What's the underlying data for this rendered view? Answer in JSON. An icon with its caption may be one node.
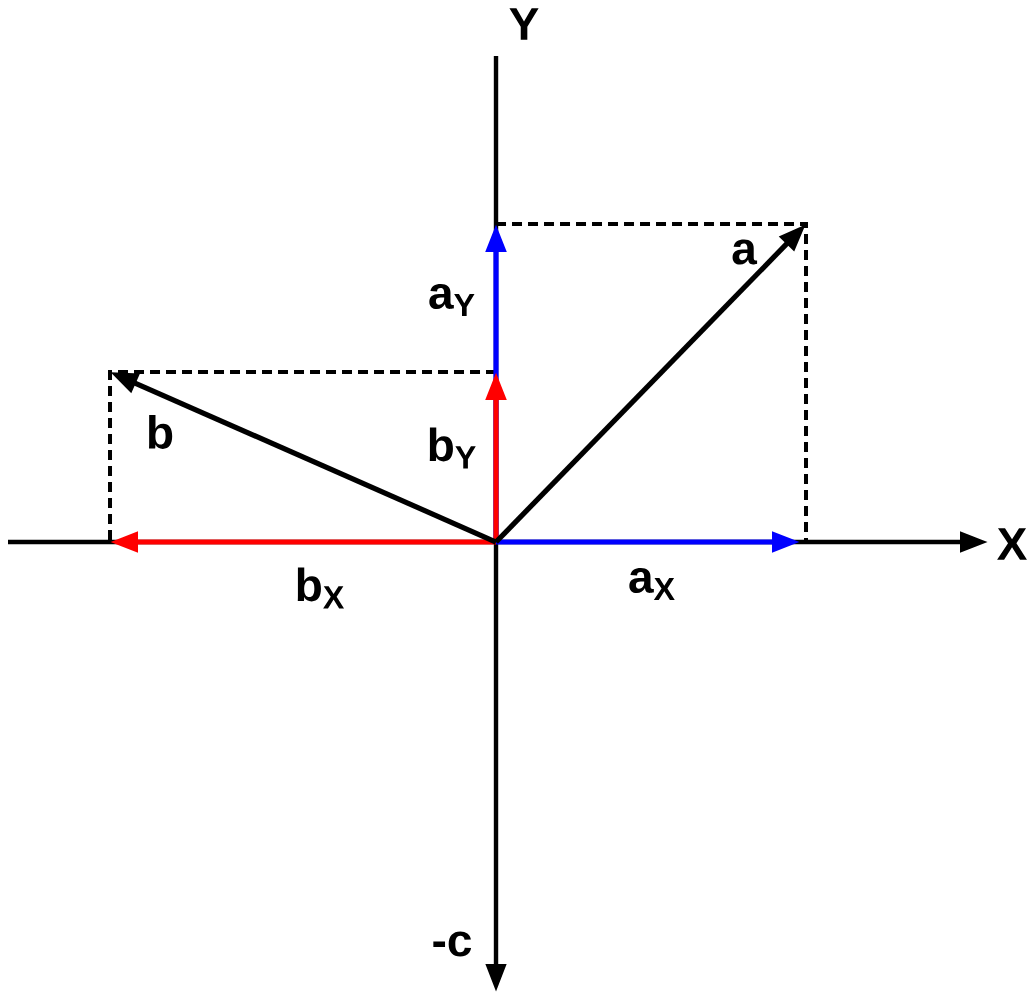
{
  "diagram": {
    "labels": [
      "Y",
      "a",
      "a$_{Y}$",
      "b",
      "b$_{Y}$",
      "b$_{X}$",
      "a$_{X}$",
      "X",
      "-c"
    ]
  }
}
